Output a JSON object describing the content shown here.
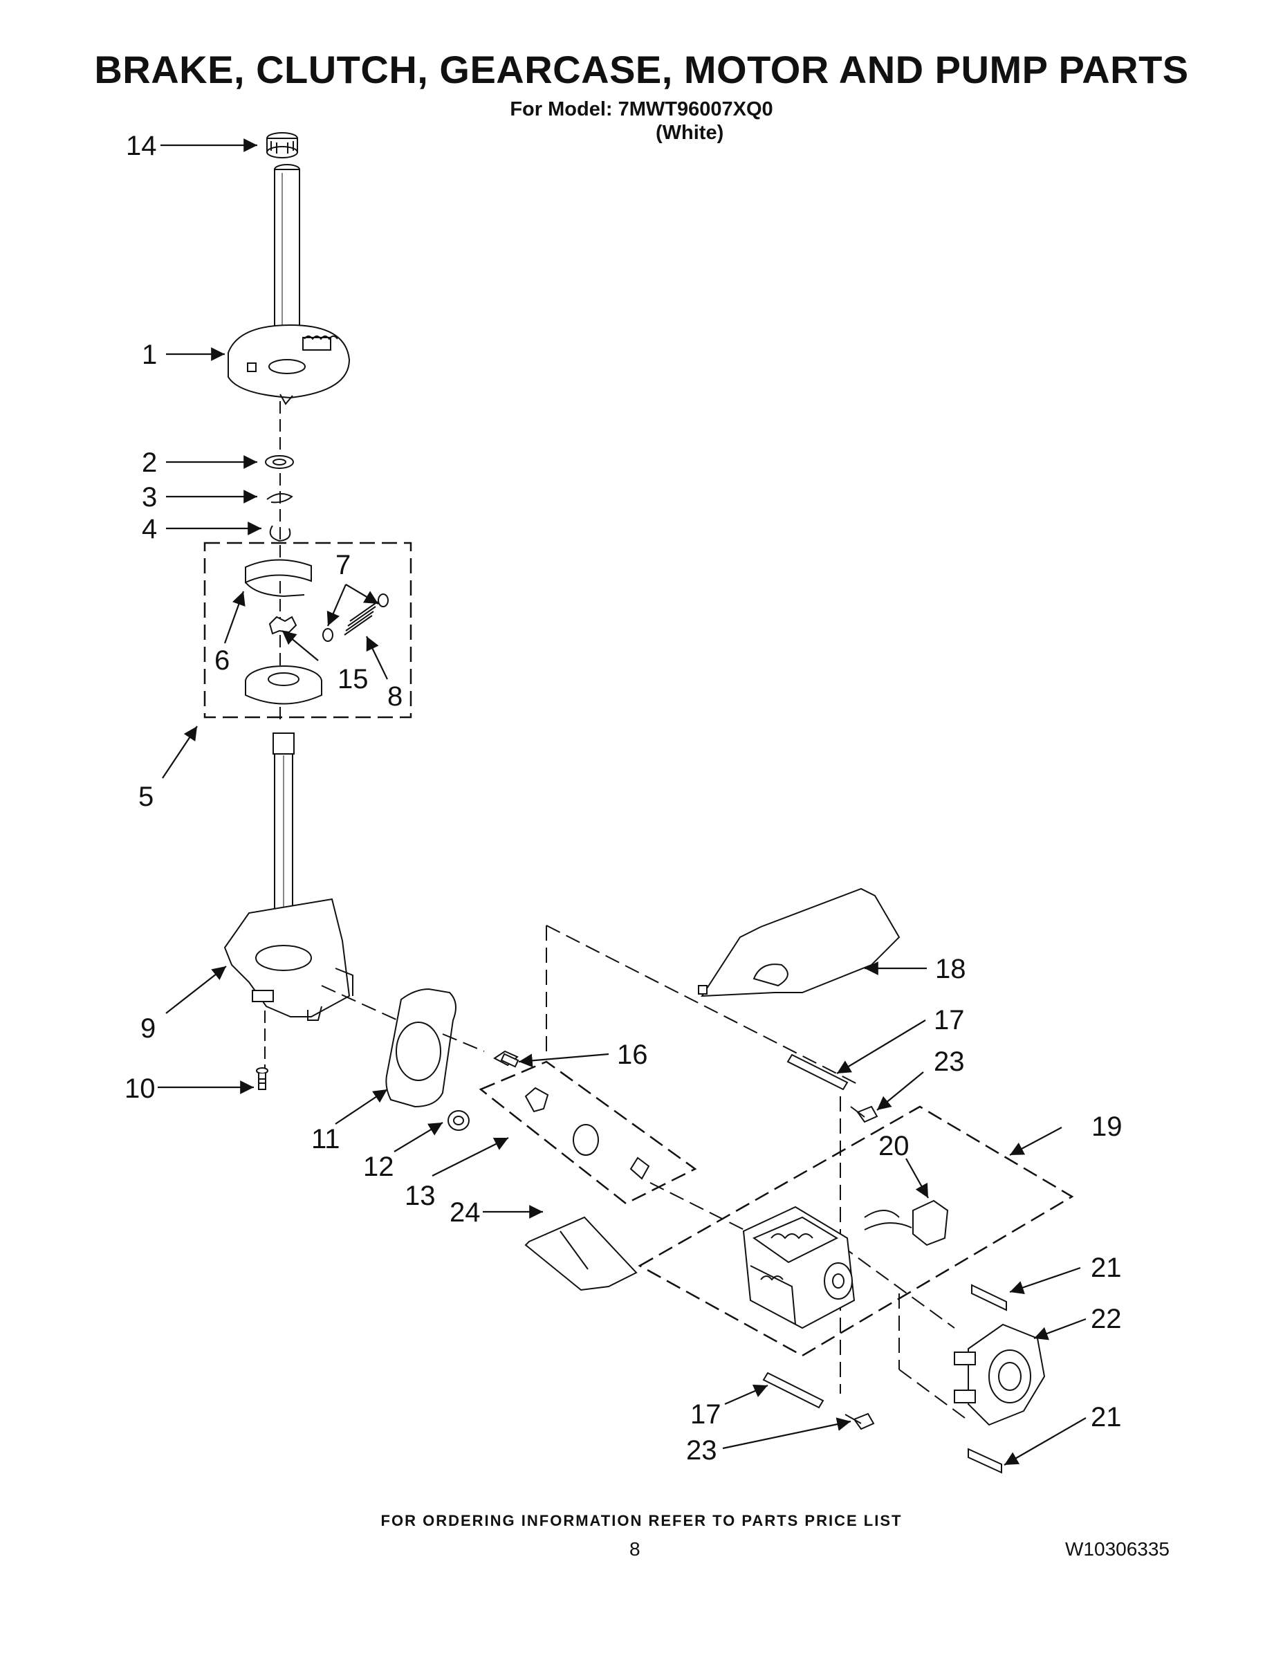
{
  "header": {
    "title": "BRAKE, CLUTCH, GEARCASE, MOTOR AND PUMP PARTS",
    "model_line": "For Model: 7MWT96007XQ0",
    "color_line": "(White)"
  },
  "callouts": {
    "c14": "14",
    "c1": "1",
    "c2": "2",
    "c3": "3",
    "c4": "4",
    "c7": "7",
    "c6": "6",
    "c15": "15",
    "c8": "8",
    "c5": "5",
    "c9": "9",
    "c10": "10",
    "c11": "11",
    "c12": "12",
    "c13": "13",
    "c16": "16",
    "c18": "18",
    "c17a": "17",
    "c23a": "23",
    "c19": "19",
    "c20": "20",
    "c24": "24",
    "c21a": "21",
    "c22": "22",
    "c17b": "17",
    "c21b": "21",
    "c23b": "23"
  },
  "footer": {
    "ordering": "FOR ORDERING INFORMATION REFER TO PARTS PRICE LIST",
    "page": "8",
    "doc_number": "W10306335"
  }
}
